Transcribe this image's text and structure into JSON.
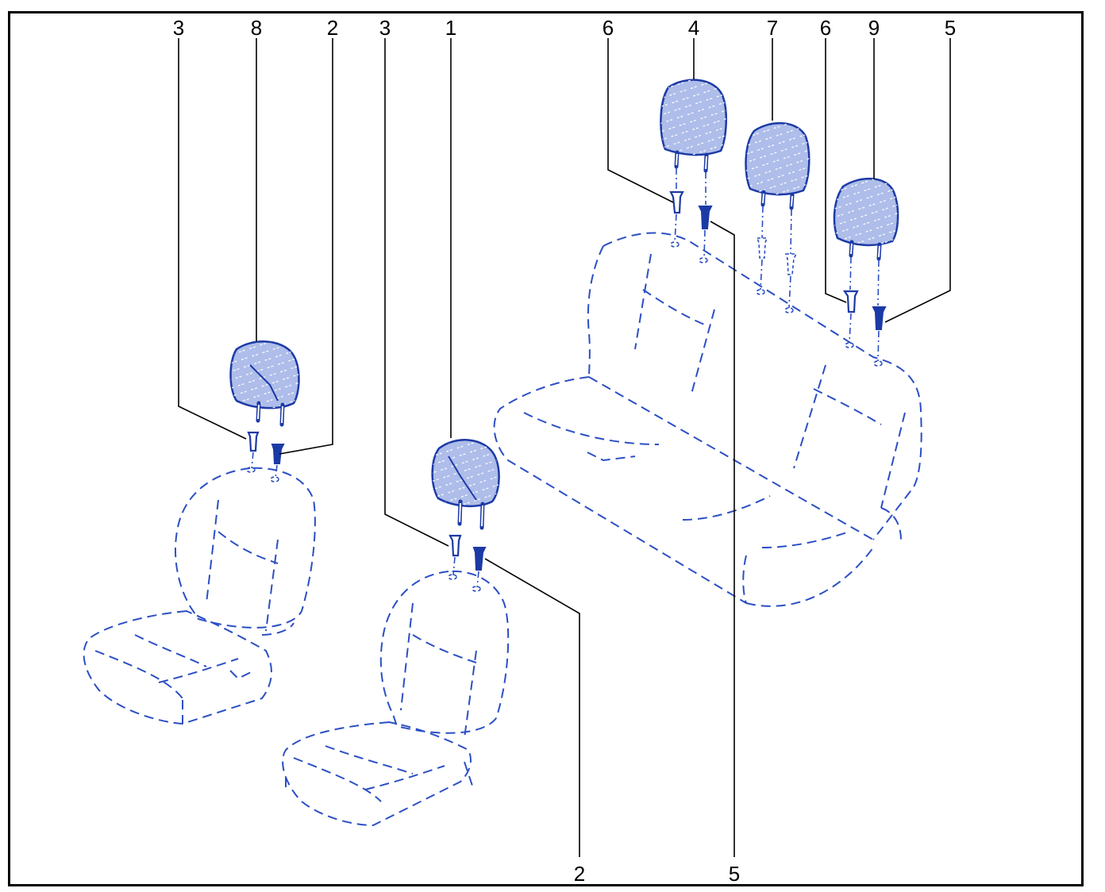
{
  "callouts": {
    "a": "3",
    "b": "8",
    "c": "2",
    "d": "3",
    "e": "1",
    "f": "6",
    "g": "4",
    "h": "7",
    "i": "6",
    "j": "9",
    "k": "5",
    "l": "2",
    "m": "5"
  },
  "colors": {
    "line": "#2b4fc4",
    "headrest_fill": "#aebde9",
    "frame": "#000000"
  }
}
